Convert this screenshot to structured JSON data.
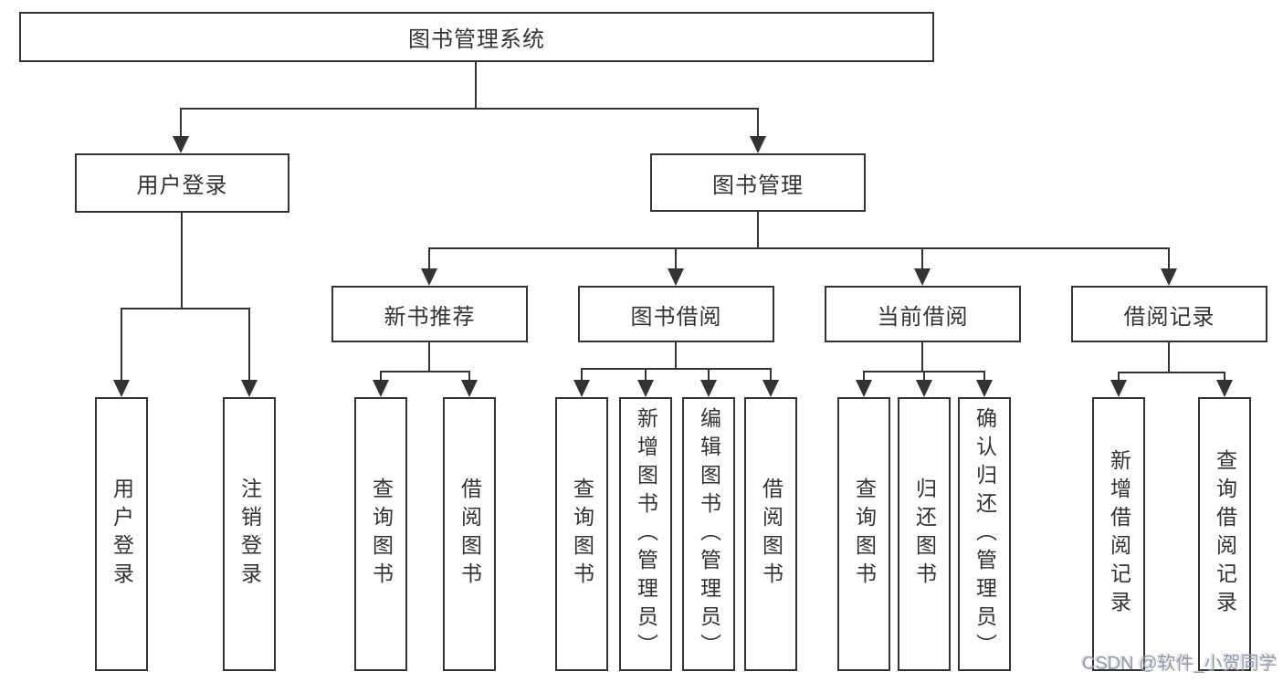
{
  "tree": {
    "label": "图书管理系统",
    "children": [
      {
        "label": "用户登录",
        "children": [
          {
            "label": "用户登录"
          },
          {
            "label": "注销登录"
          }
        ]
      },
      {
        "label": "图书管理",
        "children": [
          {
            "label": "新书推荐",
            "children": [
              {
                "label": "查询图书"
              },
              {
                "label": "借阅图书"
              }
            ]
          },
          {
            "label": "图书借阅",
            "children": [
              {
                "label": "查询图书"
              },
              {
                "label": "新增图书（管理员）"
              },
              {
                "label": "编辑图书（管理员）"
              },
              {
                "label": "借阅图书"
              }
            ]
          },
          {
            "label": "当前借阅",
            "children": [
              {
                "label": "查询图书"
              },
              {
                "label": "归还图书"
              },
              {
                "label": "确认归还（管理员）"
              }
            ]
          },
          {
            "label": "借阅记录",
            "children": [
              {
                "label": "新增借阅记录"
              },
              {
                "label": "查询借阅记录"
              }
            ]
          }
        ]
      }
    ]
  },
  "watermark": {
    "text": "CSDN @软件_小贺同学"
  },
  "colors": {
    "line": "#333333",
    "node_text": "#333333",
    "node_background": "#ffffff",
    "watermark_gray": "#9a9a9a"
  }
}
